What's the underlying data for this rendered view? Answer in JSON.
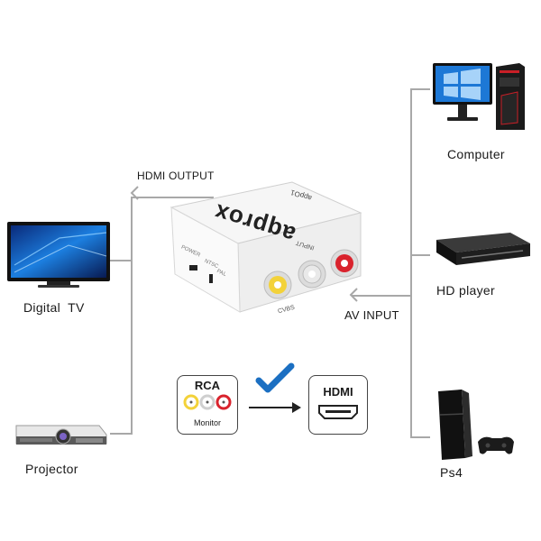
{
  "outputs": {
    "header": "HDMI OUTPUT",
    "devices": [
      {
        "label": "Digital  TV",
        "icon": "tv-icon"
      },
      {
        "label": "Projector",
        "icon": "projector-icon"
      }
    ]
  },
  "inputs": {
    "header": "AV INPUT",
    "devices": [
      {
        "label": "Computer",
        "icon": "computer-icon"
      },
      {
        "label": "HD player",
        "icon": "hd-player-icon"
      },
      {
        "label": "Ps4",
        "icon": "ps4-icon"
      }
    ]
  },
  "converter": {
    "brand": "aqprox",
    "model": "appO1",
    "port_label": "INPUT",
    "left_port_label": "CVBS",
    "side_labels": [
      "POWER",
      "NTSC",
      "PAL"
    ]
  },
  "conversion": {
    "from_title": "RCA",
    "from_subtitle": "Monitor",
    "to_title": "HDMI"
  },
  "colors": {
    "line": "#a8a8a8",
    "check": "#1b6fc2",
    "rca_yellow": "#f3d23a",
    "rca_red": "#d9232d",
    "rca_white": "#e9e9e9"
  }
}
